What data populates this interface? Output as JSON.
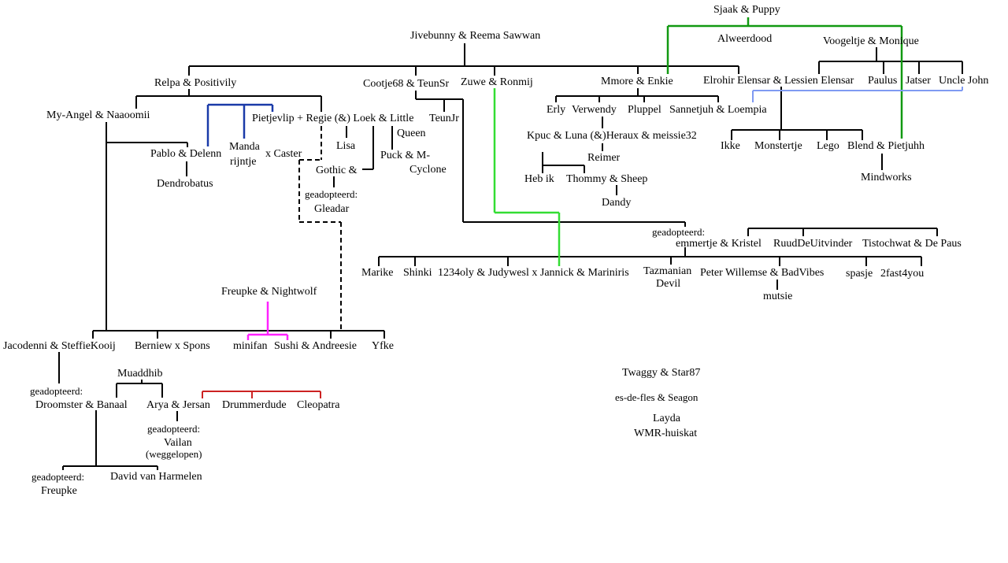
{
  "nodes": {
    "sjaak": "Sjaak & Puppy",
    "alweerdood": "Alweerdood",
    "jivebunny": "Jivebunny & Reema Sawwan",
    "voogeltje": "Voogeltje & Monique",
    "relpa": "Relpa & Positivily",
    "cootje": "Cootje68 & TeunSr",
    "zuwe": "Zuwe & Ronmij",
    "mmore": "Mmore & Enkie",
    "elrohir": "Elrohir Elensar & Lessien Elensar",
    "paulus": "Paulus",
    "jatser": "Jatser",
    "unclejohn": "Uncle John",
    "myangel": "My-Angel  & Naaoomii",
    "pietjevlip": "Pietjevlip + Regie (&) Loek & Little",
    "teunjr": "TeunJr",
    "queen": "Queen",
    "erly": "Erly",
    "verwendy": "Verwendy",
    "pluppel": "Pluppel",
    "sannetjuh": "Sannetjuh & Loempia",
    "lisa": "Lisa",
    "kpuc": "Kpuc & Luna (&)Heraux & meissie32",
    "pablo": "Pablo & Delenn",
    "manda1": "Manda",
    "manda2": "rijntje",
    "xcaster": "x Caster",
    "ikke": "Ikke",
    "monstertje": "Monstertje",
    "lego": "Lego",
    "blend": "Blend & Pietjuhh",
    "puck1": "Puck & M-",
    "puck2": "Cyclone",
    "reimer": "Reimer",
    "gothic": "Gothic &",
    "mindworks": "Mindworks",
    "dendrobatus": "Dendrobatus",
    "hebik": "Heb ik",
    "thommy": "Thommy & Sheep",
    "geadopteerd1": "geadopteerd:",
    "gleadar": "Gleadar",
    "dandy": "Dandy",
    "geadopteerd2": "geadopteerd:",
    "emmertje": "emmertje & Kristel",
    "ruud": "RuudDeUitvinder",
    "tistochwat": "Tistochwat & De Paus",
    "marike": "Marike",
    "shinki": "Shinki",
    "judywesl": "1234oly & Judywesl x Jannick & Mariniris",
    "tazmanian1": "Tazmanian",
    "tazmanian2": "Devil",
    "peter": "Peter Willemse & BadVibes",
    "spasje": "spasje",
    "fast4you": "2fast4you",
    "mutsie": "mutsie",
    "freupke": "Freupke & Nightwolf",
    "jacodenni": "Jacodenni & SteffieKooij",
    "berniew": "Berniew x Spons",
    "minifan": "minifan",
    "sushi": "Sushi & Andreesie",
    "yfke": "Yfke",
    "twaggy": "Twaggy & Star87",
    "muaddhib": "Muaddhib",
    "geadopteerd3": "geadopteerd:",
    "droomster": "Droomster & Banaal",
    "arya": "Arya & Jersan",
    "drummerdude": "Drummerdude",
    "cleopatra": "Cleopatra",
    "esdefles": "es-de-fles & Seagon",
    "geadopteerd4": "geadopteerd:",
    "vailan": "Vailan",
    "weggelopen": "(weggelopen)",
    "layda": "Layda",
    "wmr": "WMR-huiskat",
    "geadopteerd5": "geadopteerd:",
    "david": "David van Harmelen",
    "freupke2": "Freupke"
  },
  "colors": {
    "black": "#000000",
    "green": "#119911",
    "lime": "#33dd33",
    "blue": "#1a3aa8",
    "lightblue": "#7f9af2",
    "magenta": "#ff22ff",
    "red": "#cc2222"
  }
}
